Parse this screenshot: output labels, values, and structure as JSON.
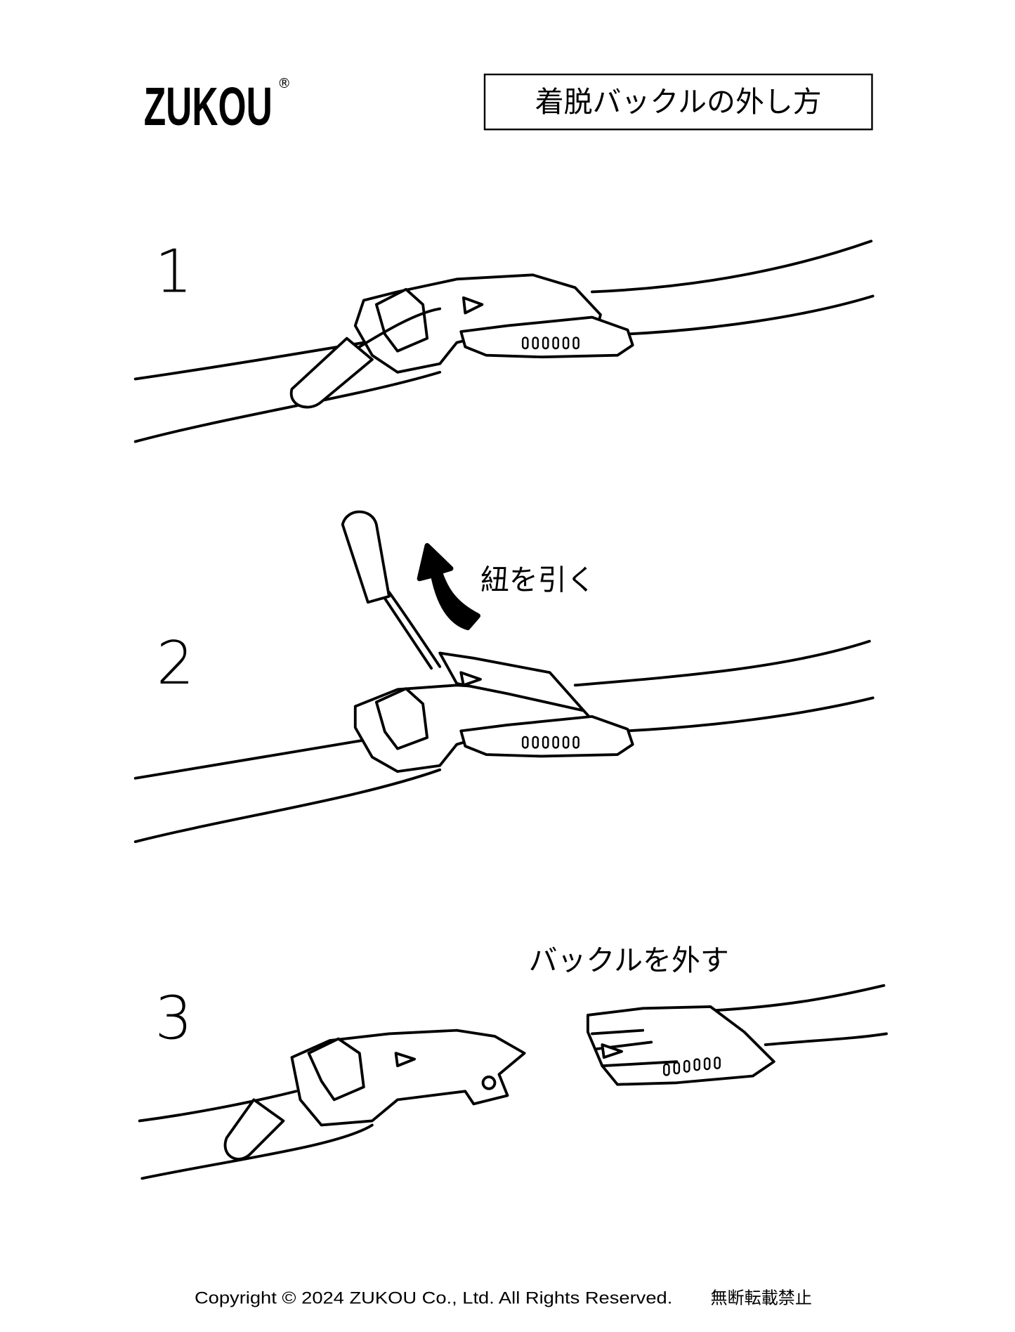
{
  "header": {
    "logo": "ZUKOU",
    "logo_mark": "®",
    "title": "着脱バックルの外し方"
  },
  "steps": [
    {
      "number": "1"
    },
    {
      "number": "2",
      "label": "紐を引く"
    },
    {
      "number": "3",
      "label": "バックルを外す"
    }
  ],
  "footer": {
    "copyright": "Copyright © 2024 ZUKOU Co., Ltd. All Rights Reserved.",
    "notice": "無断転載禁止"
  }
}
